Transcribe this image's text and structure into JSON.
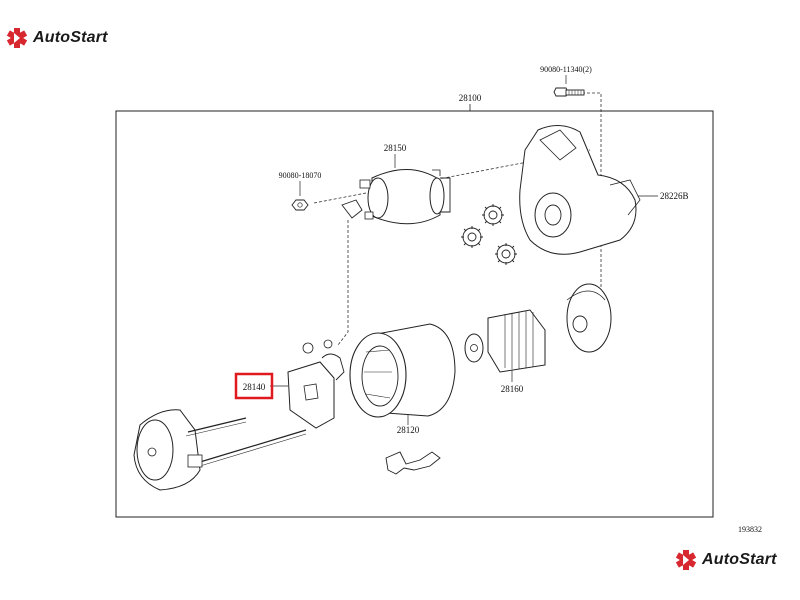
{
  "brand": {
    "name": "AutoStart",
    "accent": "#d7282f"
  },
  "diagram": {
    "assembly_label": "28100",
    "highlight_color": "#e0191f",
    "reference_number": "193832",
    "callouts": {
      "bolt": "90080-11340(2)",
      "nut": "90080-18070",
      "solenoid": "28150",
      "housing": "28226B",
      "plate": "28140",
      "yoke": "28120",
      "clutch": "28160"
    }
  }
}
